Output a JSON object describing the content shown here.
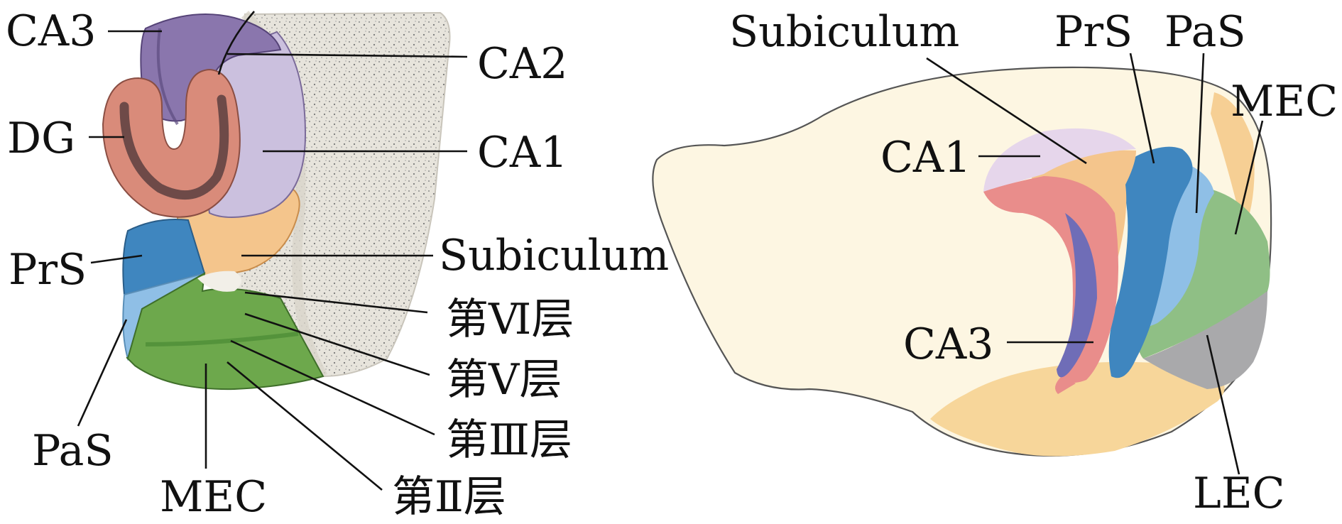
{
  "left_panel": {
    "labels": {
      "ca3": "CA3",
      "ca2": "CA2",
      "dg": "DG",
      "ca1": "CA1",
      "subiculum": "Subiculum",
      "prs": "PrS",
      "layer6": "第Ⅵ层",
      "layer5": "第Ⅴ层",
      "layer3": "第Ⅲ层",
      "layer2": "第Ⅱ层",
      "pas": "PaS",
      "mec": "MEC"
    }
  },
  "right_panel": {
    "labels": {
      "subiculum": "Subiculum",
      "prs": "PrS",
      "pas": "PaS",
      "mec": "MEC",
      "ca1": "CA1",
      "ca3": "CA3",
      "lec": "LEC"
    }
  },
  "colors": {
    "ca3": "#8a76ad",
    "ca2_ca1": "#cbc0de",
    "dg": "#d98b7a",
    "dg_granule": "#6e4a48",
    "subiculum": "#f4c58c",
    "prs": "#3f86bf",
    "pas": "#8fbfe6",
    "mec_left": "#6da84c",
    "mec_right": "#8fbf85",
    "lec": "#a9a9ab",
    "cortex": "#e9e6df",
    "brain": "#fdf6e2",
    "ca3_right": "#6f6db7"
  }
}
